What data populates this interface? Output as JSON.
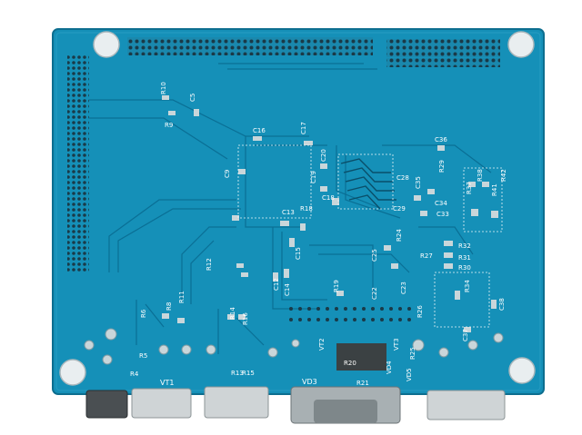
{
  "image": {
    "board_color": "#1590b8",
    "trace_color": "#0a6f95",
    "pad_color": "#c9d6da",
    "standoff_color": "#e9eef0"
  },
  "silkscreen": {
    "r10": "R10",
    "r9": "R9",
    "c5": "C5",
    "c16": "C16",
    "c17": "C17",
    "c9": "C9",
    "c13": "C13",
    "c15": "C15",
    "r18": "R18",
    "c18": "C18",
    "c19": "C19",
    "c20": "C20",
    "c28": "C28",
    "c36": "C36",
    "r29": "R29",
    "r37": "R37",
    "r38": "R38",
    "r41": "R41",
    "r42": "R42",
    "c35": "C35",
    "c34": "C34",
    "c33": "C33",
    "c29": "C29",
    "r32": "R32",
    "r31": "R31",
    "r30": "R30",
    "r27": "R27",
    "r24": "R24",
    "c25": "C25",
    "c12": "C12",
    "c14": "C14",
    "c22": "C22",
    "c23": "C23",
    "r19": "R19",
    "r26": "R26",
    "r34": "R34",
    "c38": "C38",
    "c37": "C37",
    "r12": "R12",
    "r11": "R11",
    "r8": "R8",
    "r6": "R6",
    "r5": "R5",
    "r4": "R4",
    "vt1": "VT1",
    "r13": "R13",
    "r14": "R14",
    "r15": "R15",
    "r16": "R16",
    "vt2": "VT2",
    "vt3": "VT3",
    "vd3": "VD3",
    "vd4": "VD4",
    "vd5": "VD5",
    "r20": "R20",
    "r21": "R21",
    "r25": "R25"
  }
}
